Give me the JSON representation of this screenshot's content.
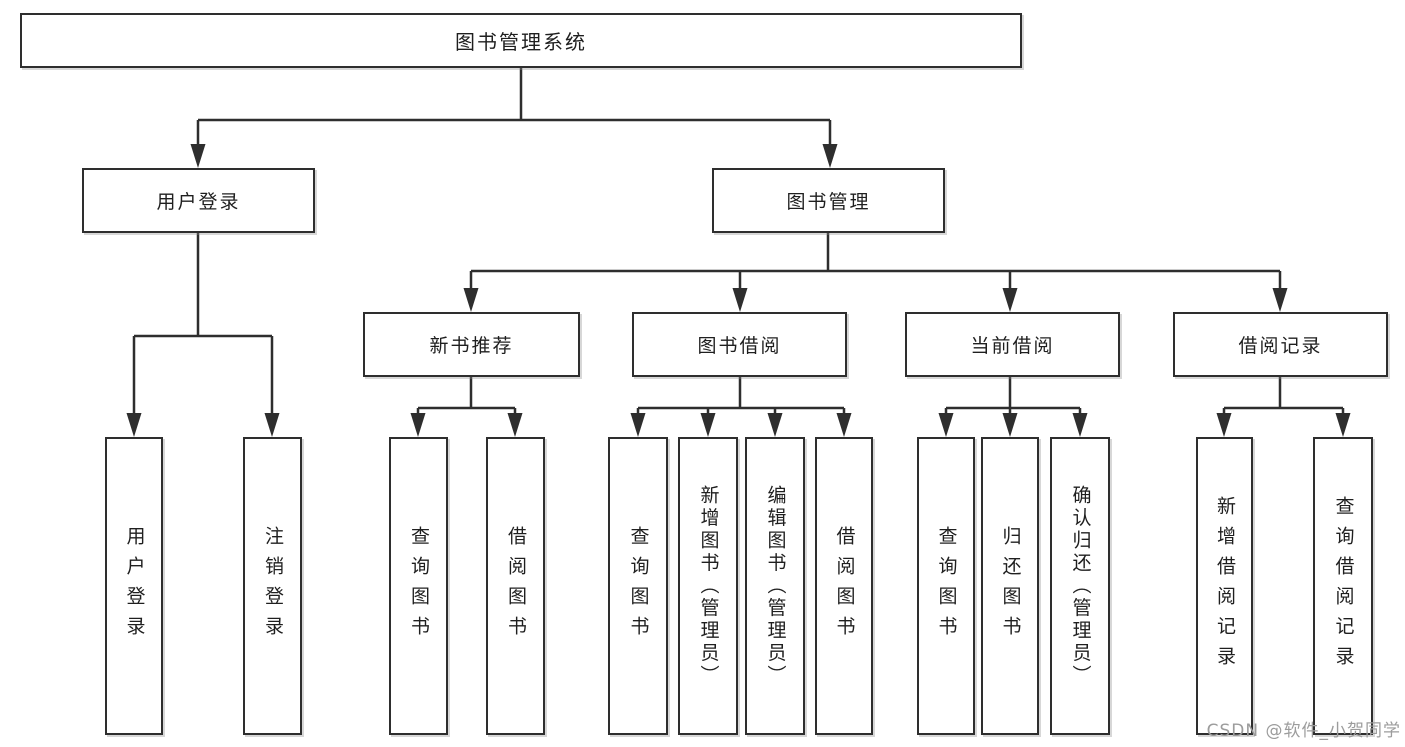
{
  "colors": {
    "line": "#2e2e2e",
    "box_border": "#2e2e2e",
    "box_bg": "#ffffff",
    "text": "#1f1f1f",
    "watermark": "#9c9c9c",
    "background": "#ffffff"
  },
  "diagram": {
    "type": "hierarchy-tree",
    "root": {
      "label": "图书管理系统"
    },
    "level2": [
      {
        "label": "用户登录"
      },
      {
        "label": "图书管理"
      }
    ],
    "level3": [
      {
        "label": "新书推荐",
        "parent": "图书管理"
      },
      {
        "label": "图书借阅",
        "parent": "图书管理"
      },
      {
        "label": "当前借阅",
        "parent": "图书管理"
      },
      {
        "label": "借阅记录",
        "parent": "图书管理"
      }
    ],
    "leaves": [
      {
        "label": "用户登录",
        "parent": "用户登录"
      },
      {
        "label": "注销登录",
        "parent": "用户登录"
      },
      {
        "label": "查询图书",
        "parent": "新书推荐"
      },
      {
        "label": "借阅图书",
        "parent": "新书推荐"
      },
      {
        "label": "查询图书",
        "parent": "图书借阅"
      },
      {
        "label": "新增图书（管理员）",
        "parent": "图书借阅"
      },
      {
        "label": "编辑图书（管理员）",
        "parent": "图书借阅"
      },
      {
        "label": "借阅图书",
        "parent": "图书借阅"
      },
      {
        "label": "查询图书",
        "parent": "当前借阅"
      },
      {
        "label": "归还图书",
        "parent": "当前借阅"
      },
      {
        "label": "确认归还（管理员）",
        "parent": "当前借阅"
      },
      {
        "label": "新增借阅记录",
        "parent": "借阅记录"
      },
      {
        "label": "查询借阅记录",
        "parent": "借阅记录"
      }
    ]
  },
  "watermark": {
    "text": "CSDN @软件_小贺同学"
  }
}
